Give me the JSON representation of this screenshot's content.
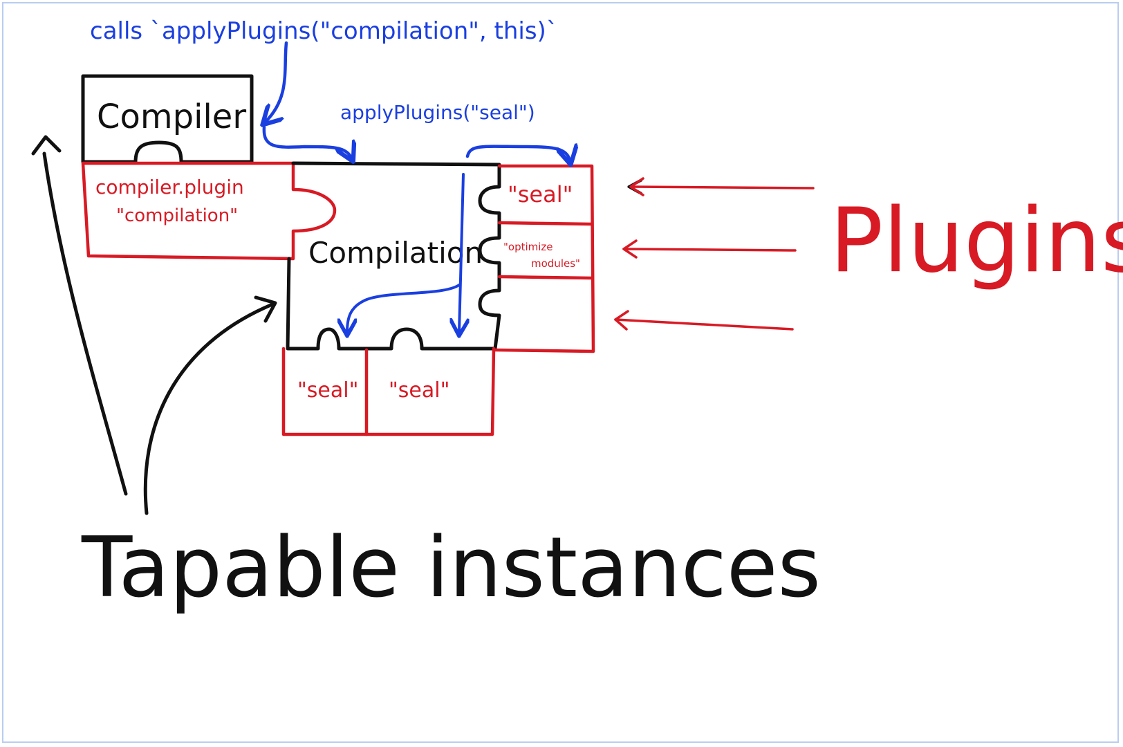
{
  "annotations": {
    "calls_apply": "calls `applyPlugins(\"compilation\", this)`",
    "apply_seal": "applyPlugins(\"seal\")"
  },
  "boxes": {
    "compiler": "Compiler",
    "compilation": "Compilation"
  },
  "plugins": {
    "compiler_plugin_line1": "compiler.plugin",
    "compiler_plugin_line2": "\"compilation\"",
    "seal_right": "\"seal\"",
    "optimize_line1": "\"optimize",
    "optimize_line2": "modules\"",
    "seal_bottom_left": "\"seal\"",
    "seal_bottom_right": "\"seal\""
  },
  "labels": {
    "plugins": "Plugins",
    "tapable": "Tapable instances"
  },
  "colors": {
    "black": "#111111",
    "red": "#d81a24",
    "blue": "#1a3fe0",
    "frame": "#b9cdf0"
  }
}
